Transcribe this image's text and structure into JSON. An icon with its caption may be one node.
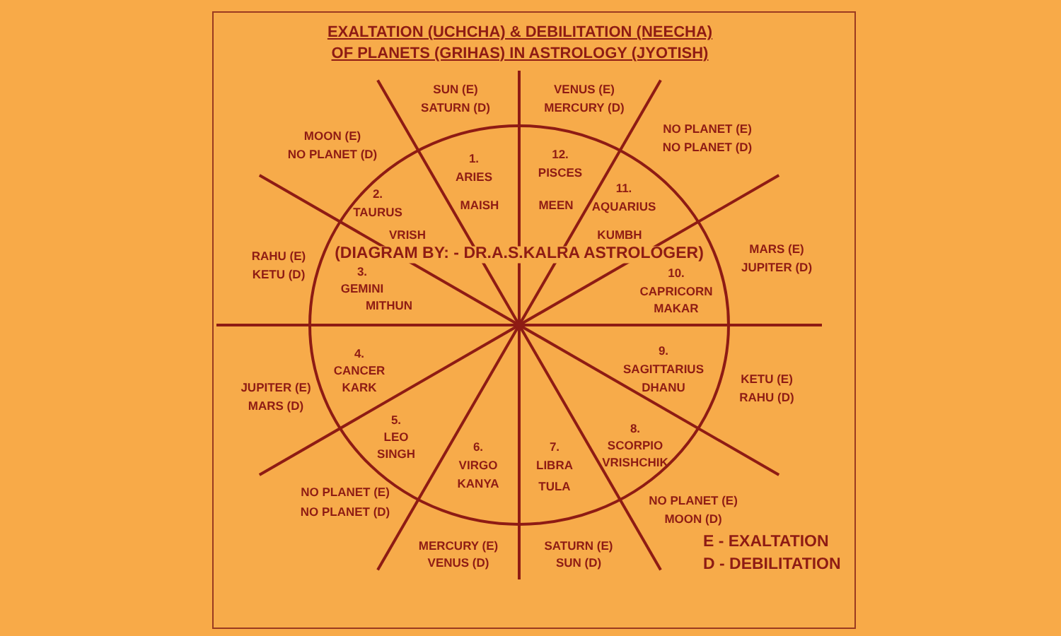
{
  "diagram": {
    "title": "EXALTATION (UCHCHA) & DEBILITATION (NEECHA) OF PLANETS (GRIHAS) IN ASTROLOGY (JYOTISH)",
    "labels": [
      "SUN (E)",
      "SATURN (D)",
      "VENUS (E)",
      "MERCURY (D)",
      "MOON (E)",
      "NO PLANET (D)",
      "NO PLANET (E)",
      "NO PLANET (D)",
      "1.",
      "ARIES",
      "12.",
      "PISCES",
      "2.",
      "TAURUS",
      "MAISH",
      "MEEN",
      "11.",
      "AQUARIUS",
      "VRISH",
      "KUMBH",
      "RAHU (E)",
      "(DIAGRAM BY: - DR.A.S.KALRA ASTROLOGER)",
      "MARS (E)",
      "KETU (D)",
      "3.",
      "10.",
      "JUPITER (D)",
      "GEMINI",
      "CAPRICORN",
      "MITHUN",
      "MAKAR",
      "4.",
      "CANCER",
      "KARK",
      "9.",
      "SAGITTARIUS",
      "DHANU",
      "JUPITER (E)",
      "MARS (D)",
      "KETU (E)",
      "RAHU (D)",
      "5.",
      "LEO",
      "SINGH",
      "8.",
      "SCORPIO",
      "VRISHCHIK",
      "6.",
      "VIRGO",
      "KANYA",
      "7.",
      "LIBRA",
      "TULA",
      "NO PLANET (E)",
      "NO PLANET (D)",
      "NO PLANET (E)",
      "MOON (D)",
      "MERCURY (E)",
      "VENUS (D)",
      "SATURN (E)",
      "SUN (D)",
      "E - EXALTATION",
      "D - DEBILITATION"
    ]
  }
}
